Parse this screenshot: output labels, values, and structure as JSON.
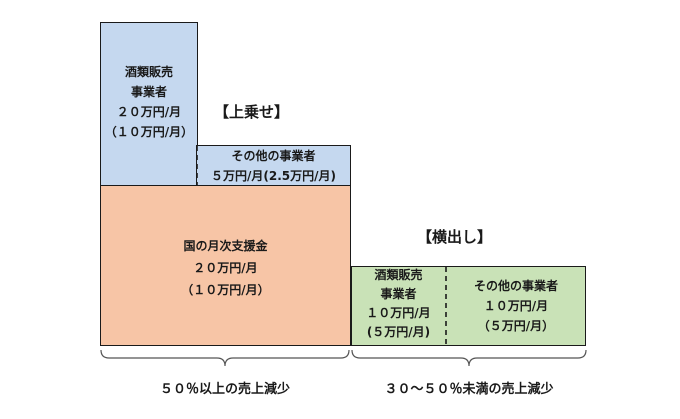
{
  "labels": {
    "joosa": "【上乗せ】",
    "yokodashi": "【横出し】"
  },
  "blocks": {
    "liquor_top": {
      "line1": "酒類販売",
      "line2": "事業者",
      "line3": "２０万円/月",
      "line4": "（１０万円/月）",
      "color": "#c5d8ef"
    },
    "other_top": {
      "line1": "その他の事業者",
      "line2": "５万円/月(2.5万円/月)",
      "color": "#c5d8ef"
    },
    "national": {
      "line1": "国の月次支援金",
      "line2": "２０万円/月",
      "line3": "（１０万円/月）",
      "color": "#f7c5a6"
    },
    "liquor_right": {
      "line1": "酒類販売",
      "line2": "事業者",
      "line3": "１０万円/月",
      "line4": "(５万円/月)",
      "color": "#c9e2b7"
    },
    "other_right": {
      "line1": "その他の事業者",
      "line2": "１０万円/月",
      "line3": "（５万円/月）",
      "color": "#c9e2b7"
    }
  },
  "captions": {
    "left": "５０％以上の売上減少",
    "right": "３０～５０％未満の売上減少"
  }
}
